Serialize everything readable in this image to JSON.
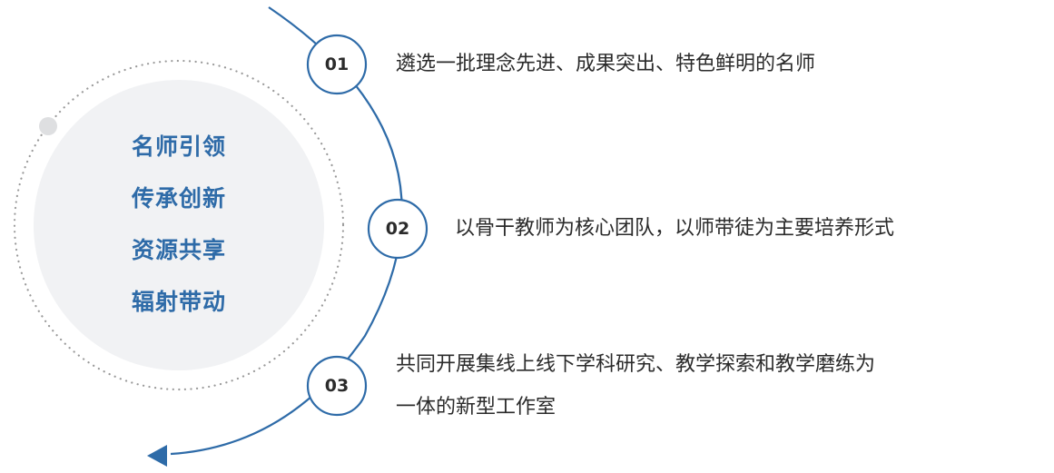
{
  "center": {
    "lines": [
      "名师引领",
      "传承创新",
      "资源共享",
      "辐射带动"
    ]
  },
  "steps": [
    {
      "number": "01",
      "lines": [
        "遴选一批理念先进、成果突出、特色鲜明的名师"
      ]
    },
    {
      "number": "02",
      "lines": [
        "以骨干教师为核心团队，以师带徒为主要培养形式"
      ]
    },
    {
      "number": "03",
      "lines": [
        "共同开展集线上线下学科研究、教学探索和教学磨练为",
        "一体的新型工作室"
      ]
    }
  ],
  "colors": {
    "accent": "#2e6ba8",
    "text": "#2b2b2b",
    "center_fill": "#f1f2f4",
    "dots": "#9a9a9a",
    "knob": "#dedfe1"
  }
}
